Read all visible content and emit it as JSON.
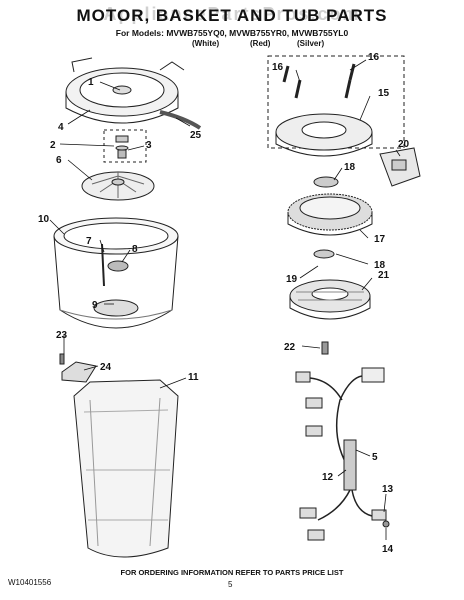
{
  "watermark": "AppliancePartsPros.com",
  "title": "MOTOR, BASKET AND TUB PARTS",
  "models_line": "For Models: MVWB755YQ0, MVWB755YR0, MVWB755YL0",
  "colors": {
    "white": "(White)",
    "red": "(Red)",
    "silver": "(Silver)"
  },
  "callouts": {
    "c1": "1",
    "c2": "2",
    "c3": "3",
    "c4": "4",
    "c5": "5",
    "c6": "6",
    "c7": "7",
    "c8": "8",
    "c9": "9",
    "c10": "10",
    "c11": "11",
    "c12": "12",
    "c13": "13",
    "c14": "14",
    "c15": "15",
    "c16a": "16",
    "c16b": "16",
    "c17": "17",
    "c18a": "18",
    "c18b": "18",
    "c19": "19",
    "c20": "20",
    "c21": "21",
    "c22": "22",
    "c23": "23",
    "c24": "24",
    "c25": "25"
  },
  "footer": {
    "doc_number": "W10401556",
    "ordering_note": "FOR ORDERING INFORMATION REFER TO PARTS PRICE LIST",
    "page": "5"
  }
}
